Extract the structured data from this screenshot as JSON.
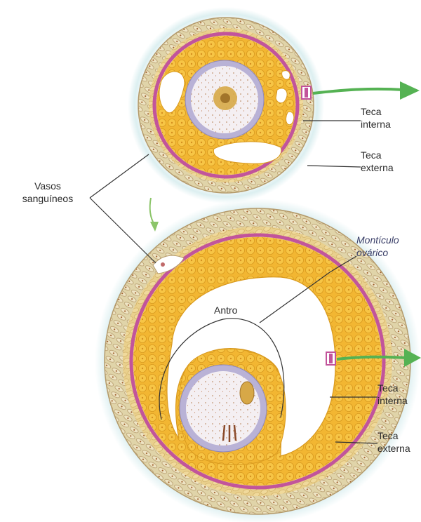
{
  "labels": {
    "top_theca_interna": [
      "Teca",
      "interna"
    ],
    "top_theca_externa": [
      "Teca",
      "externa"
    ],
    "vasos": [
      "Vasos",
      "sanguíneos"
    ],
    "monticulo": [
      "Montículo",
      "ovárico"
    ],
    "antro": "Antro",
    "bottom_theca_interna": [
      "Teca",
      "interna"
    ],
    "bottom_theca_externa": [
      "Teca",
      "externa"
    ]
  },
  "colors": {
    "theca_externa": "#dccfa0",
    "theca_interna": "#e8c98a",
    "granulosa": "#f2b632",
    "basement_membrane": "#c2549b",
    "zona_pellucida": "#b9b2d6",
    "oocyte": "#f3eef2",
    "antrum": "#ffffff",
    "arrow_green": "#55b253",
    "leader_line": "#333333",
    "halo": "#cde8ea"
  },
  "icons": [
    "green-arrow-icon",
    "flow-arrow-icon"
  ]
}
